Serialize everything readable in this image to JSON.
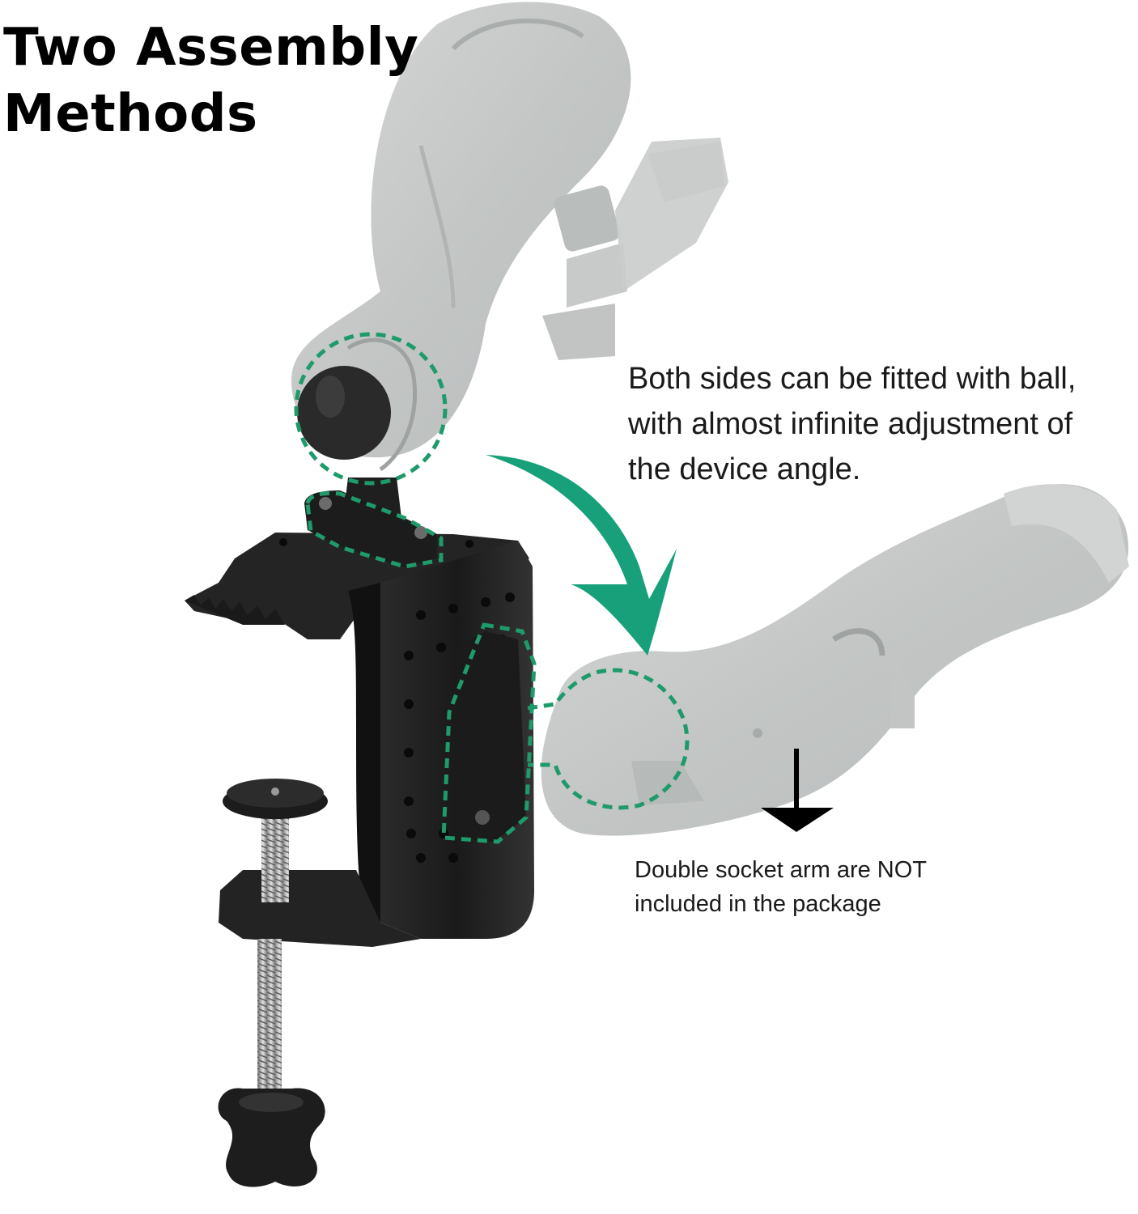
{
  "title": {
    "line1": "Two Assembly",
    "line2": "Methods"
  },
  "caption": {
    "line1": "Both sides can be fitted with ball,",
    "line2": "with almost infinite adjustment of",
    "line3": "the device angle."
  },
  "note": {
    "line1": "Double socket arm are NOT",
    "line2": "included in the package"
  },
  "colors": {
    "highlight_dash": "#1f9a6a",
    "curved_arrow": "#17a07a",
    "product_black": "#1e1e1e",
    "ghost_arm_gray": "#c7cac9"
  },
  "icons": [
    "curved-arrow-icon",
    "down-arrow-icon"
  ]
}
